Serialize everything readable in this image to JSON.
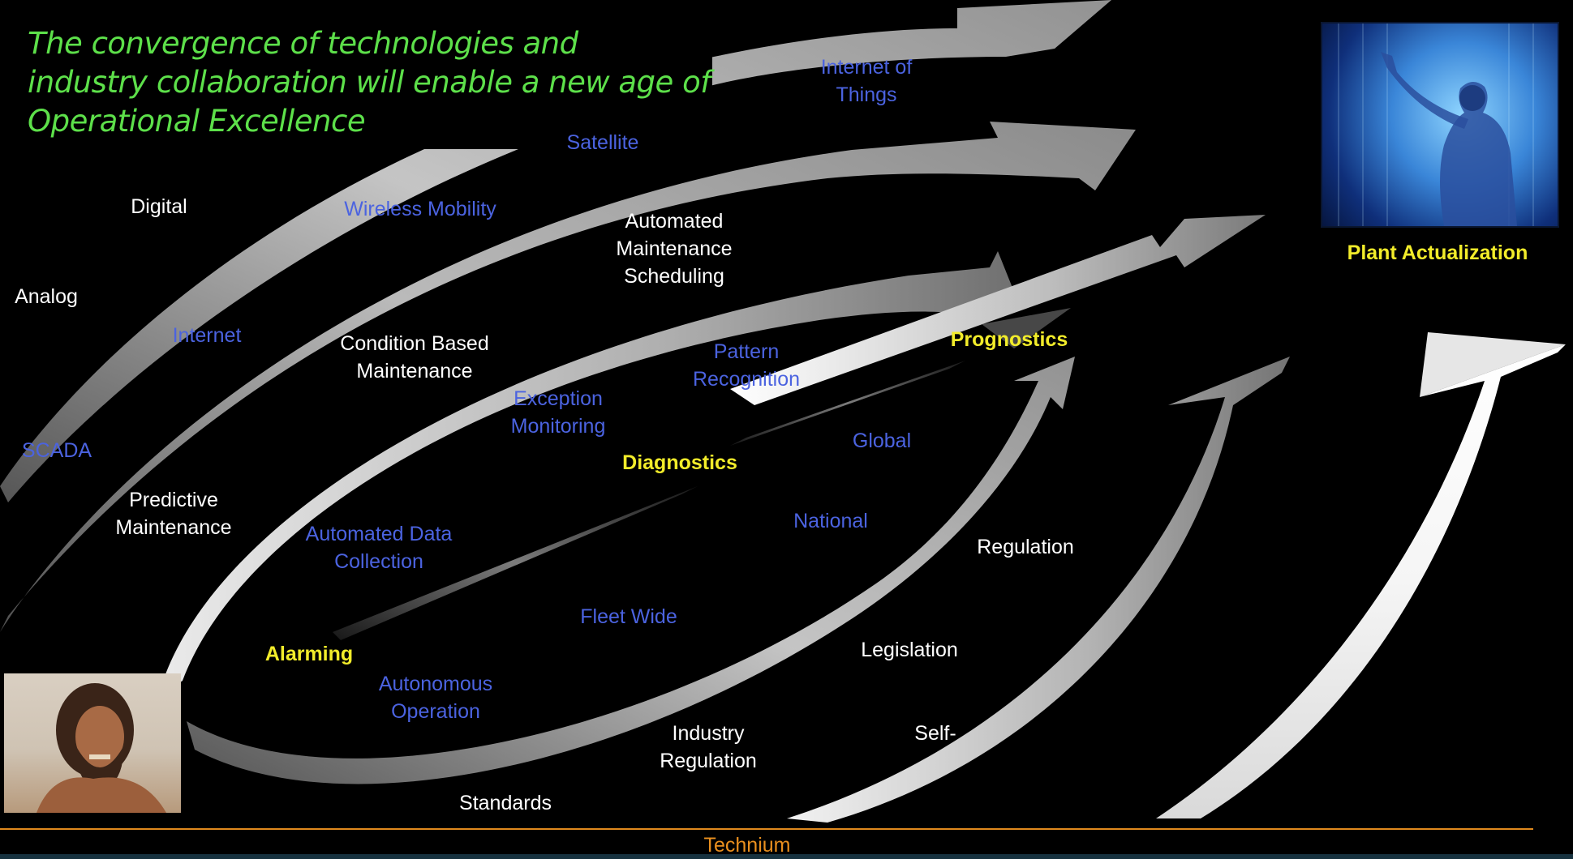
{
  "headline": {
    "line1": "The convergence of  technologies and",
    "line2": "industry collaboration will enable a new age of",
    "line3": "Operational Excellence"
  },
  "labels": {
    "digital": "Digital",
    "analog": "Analog",
    "internet": "Internet",
    "scada": "SCADA",
    "predictive_1": "Predictive",
    "predictive_2": "Maintenance",
    "wireless": "Wireless Mobility",
    "satellite": "Satellite",
    "iot_1": "Internet of",
    "iot_2": "Things",
    "ams_1": "Automated",
    "ams_2": "Maintenance",
    "ams_3": "Scheduling",
    "cbm_1": "Condition Based",
    "cbm_2": "Maintenance",
    "pattern_1": "Pattern",
    "pattern_2": "Recognition",
    "exception_1": "Exception",
    "exception_2": "Monitoring",
    "diagnostics": "Diagnostics",
    "prognostics": "Prognostics",
    "global": "Global",
    "national": "National",
    "adc_1": "Automated Data",
    "adc_2": "Collection",
    "alarming": "Alarming",
    "fleet": "Fleet Wide",
    "autonomous_1": "Autonomous",
    "autonomous_2": "Operation",
    "regulation": "Regulation",
    "legislation": "Legislation",
    "industry_1": "Industry",
    "industry_2": "Regulation",
    "self": "Self-",
    "standards": "Standards",
    "plant": "Plant Actualization",
    "technium": "Technium"
  },
  "colors": {
    "background": "#000000",
    "headline": "#5de04a",
    "white_label": "#ffffff",
    "blue_label": "#4b63e0",
    "yellow_label": "#f2ec2a",
    "technium": "#e98f1e",
    "arrow_light": "#f2f2f2",
    "arrow_dark": "#6a6a6a"
  },
  "images": {
    "left_photo": "caveman-photo",
    "right_photo": "digital-human-photo"
  }
}
